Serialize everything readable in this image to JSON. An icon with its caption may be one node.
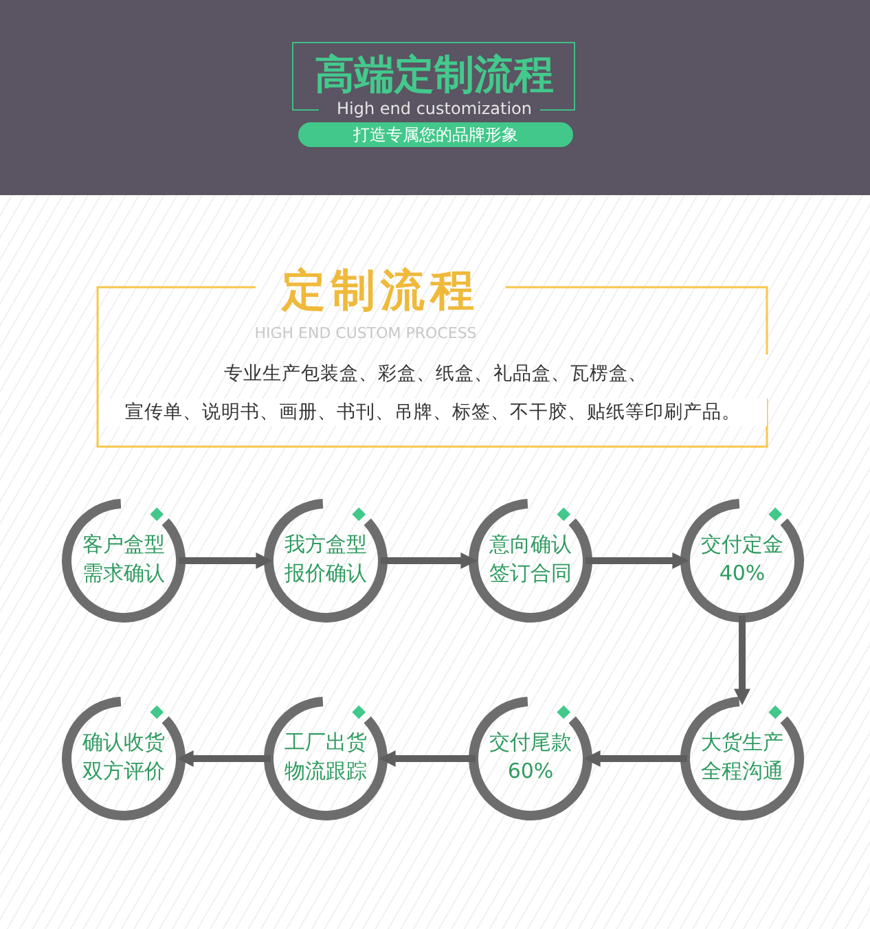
{
  "diagram": {
    "title": "高端定制流程",
    "nodes": [
      {
        "text": [
          "客户盒型需求确认"
        ]
      },
      {
        "text": [
          "我方盒型报价确认"
        ]
      },
      {
        "text": [
          "意向确认签订合同"
        ]
      },
      {
        "text": [
          "交付定金40%"
        ]
      },
      {
        "text": [
          "确认收货双方评价"
        ]
      },
      {
        "text": [
          "工厂出货物流跟踪"
        ]
      },
      {
        "text": [
          "交付尾款60%"
        ]
      },
      {
        "text": [
          "大货生产全程沟通"
        ]
      }
    ],
    "edges": [
      {
        "from": 0,
        "to": 1,
        "arrow": "to"
      },
      {
        "from": 1,
        "to": 2,
        "arrow": "to"
      },
      {
        "from": 2,
        "to": 3,
        "arrow": "to"
      },
      {
        "from": 3,
        "to": 7,
        "arrow": "to"
      },
      {
        "from": 7,
        "to": 6,
        "arrow": "to"
      },
      {
        "from": 6,
        "to": 5,
        "arrow": "to"
      },
      {
        "from": 5,
        "to": 4,
        "arrow": "to"
      }
    ],
    "labels": [
      "High end customization",
      "打造专属您的品牌形象",
      "定制流程",
      "HIGH END CUSTOM PROCESS",
      "专业生产包装盒、彩盒、纸盒、礼品盒、瓦楞盒、",
      "宣传单、说明书、画册、书刊、吊牌、标签、不干胶、贴纸等印刷产品。"
    ]
  }
}
